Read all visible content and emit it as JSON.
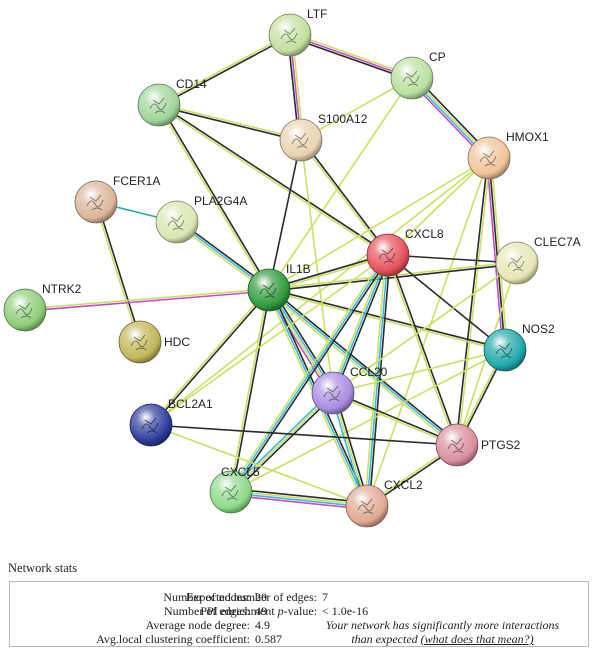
{
  "network": {
    "nodes": [
      {
        "id": "LTF",
        "label": "LTF",
        "color": "#c3dfa0"
      },
      {
        "id": "CP",
        "label": "CP",
        "color": "#b9dfa0"
      },
      {
        "id": "CD14",
        "label": "CD14",
        "color": "#9fd49a"
      },
      {
        "id": "S100A12",
        "label": "S100A12",
        "color": "#e9d3b0"
      },
      {
        "id": "HMOX1",
        "label": "HMOX1",
        "color": "#efc39a"
      },
      {
        "id": "FCER1A",
        "label": "FCER1A",
        "color": "#dbb59a"
      },
      {
        "id": "PLA2G4A",
        "label": "PLA2G4A",
        "color": "#d9e6b2"
      },
      {
        "id": "CXCL8",
        "label": "CXCL8",
        "color": "#e5505a"
      },
      {
        "id": "CLEC7A",
        "label": "CLEC7A",
        "color": "#e6e6b4"
      },
      {
        "id": "NTRK2",
        "label": "NTRK2",
        "color": "#8fcc7a"
      },
      {
        "id": "IL1B",
        "label": "IL1B",
        "color": "#2f9a3c"
      },
      {
        "id": "HDC",
        "label": "HDC",
        "color": "#c2b558"
      },
      {
        "id": "NOS2",
        "label": "NOS2",
        "color": "#1fa8a8"
      },
      {
        "id": "CCL20",
        "label": "CCL20",
        "color": "#a98be0"
      },
      {
        "id": "BCL2A1",
        "label": "BCL2A1",
        "color": "#2c3b9c"
      },
      {
        "id": "PTGS2",
        "label": "PTGS2",
        "color": "#d98e9e"
      },
      {
        "id": "CXCL5",
        "label": "CXCL5",
        "color": "#8ed98a"
      },
      {
        "id": "CXCL2",
        "label": "CXCL2",
        "color": "#e0a890"
      }
    ],
    "edges": [
      {
        "s": "LTF",
        "t": "CD14",
        "c": [
          "#2b2b2b",
          "#c8e065"
        ]
      },
      {
        "s": "LTF",
        "t": "S100A12",
        "c": [
          "#c8e065",
          "#c44cc4",
          "#2b2b2b"
        ]
      },
      {
        "s": "LTF",
        "t": "CP",
        "c": [
          "#c8e065",
          "#c44cc4",
          "#2b2b2b"
        ]
      },
      {
        "s": "CP",
        "t": "HMOX1",
        "c": [
          "#2b2b2b",
          "#c8e065",
          "#3fb6e0",
          "#c44cc4"
        ]
      },
      {
        "s": "CP",
        "t": "S100A12",
        "c": [
          "#c8e065"
        ]
      },
      {
        "s": "CP",
        "t": "IL1B",
        "c": [
          "#c8e065"
        ]
      },
      {
        "s": "CD14",
        "t": "S100A12",
        "c": [
          "#c8e065",
          "#2b2b2b"
        ]
      },
      {
        "s": "CD14",
        "t": "IL1B",
        "c": [
          "#2b2b2b",
          "#c8e065"
        ]
      },
      {
        "s": "CD14",
        "t": "CXCL8",
        "c": [
          "#2b2b2b",
          "#c8e065"
        ]
      },
      {
        "s": "S100A12",
        "t": "IL1B",
        "c": [
          "#2b2b2b"
        ]
      },
      {
        "s": "S100A12",
        "t": "CXCL8",
        "c": [
          "#2b2b2b",
          "#c8e065"
        ]
      },
      {
        "s": "S100A12",
        "t": "CCL20",
        "c": [
          "#c8e065"
        ]
      },
      {
        "s": "HMOX1",
        "t": "NOS2",
        "c": [
          "#c8e065",
          "#2b2b2b",
          "#c44cc4"
        ]
      },
      {
        "s": "HMOX1",
        "t": "PTGS2",
        "c": [
          "#c8e065",
          "#2b2b2b"
        ]
      },
      {
        "s": "HMOX1",
        "t": "IL1B",
        "c": [
          "#c8e065"
        ]
      },
      {
        "s": "HMOX1",
        "t": "CXCL8",
        "c": [
          "#c8e065"
        ]
      },
      {
        "s": "HMOX1",
        "t": "CXCL2",
        "c": [
          "#c8e065"
        ]
      },
      {
        "s": "HMOX1",
        "t": "BCL2A1",
        "c": [
          "#c8e065"
        ]
      },
      {
        "s": "FCER1A",
        "t": "PLA2G4A",
        "c": [
          "#2aa6b0"
        ]
      },
      {
        "s": "FCER1A",
        "t": "HDC",
        "c": [
          "#2b2b2b",
          "#c8e065"
        ]
      },
      {
        "s": "PLA2G4A",
        "t": "IL1B",
        "c": [
          "#2b2b2b",
          "#3fb6e0",
          "#c8e065"
        ]
      },
      {
        "s": "NTRK2",
        "t": "IL1B",
        "c": [
          "#c8e065",
          "#c44cc4"
        ]
      },
      {
        "s": "IL1B",
        "t": "CXCL8",
        "c": [
          "#2b2b2b",
          "#c8e065"
        ]
      },
      {
        "s": "IL1B",
        "t": "CLEC7A",
        "c": [
          "#c8e065",
          "#2b2b2b"
        ]
      },
      {
        "s": "IL1B",
        "t": "NOS2",
        "c": [
          "#2b2b2b",
          "#c8e065"
        ]
      },
      {
        "s": "IL1B",
        "t": "CCL20",
        "c": [
          "#2b2b2b",
          "#3fb6e0",
          "#c8e065",
          "#c44cc4"
        ]
      },
      {
        "s": "IL1B",
        "t": "PTGS2",
        "c": [
          "#2b2b2b",
          "#3fb6e0",
          "#c8e065"
        ]
      },
      {
        "s": "IL1B",
        "t": "CXCL2",
        "c": [
          "#2b2b2b",
          "#3fb6e0",
          "#c8e065"
        ]
      },
      {
        "s": "IL1B",
        "t": "CXCL5",
        "c": [
          "#2b2b2b",
          "#c8e065"
        ]
      },
      {
        "s": "IL1B",
        "t": "BCL2A1",
        "c": [
          "#2b2b2b",
          "#c8e065"
        ]
      },
      {
        "s": "CXCL8",
        "t": "CLEC7A",
        "c": [
          "#2b2b2b"
        ]
      },
      {
        "s": "CXCL8",
        "t": "NOS2",
        "c": [
          "#2b2b2b"
        ]
      },
      {
        "s": "CXCL8",
        "t": "CCL20",
        "c": [
          "#2b2b2b",
          "#3fb6e0",
          "#c8e065"
        ]
      },
      {
        "s": "CXCL8",
        "t": "PTGS2",
        "c": [
          "#2b2b2b",
          "#c8e065"
        ]
      },
      {
        "s": "CXCL8",
        "t": "CXCL2",
        "c": [
          "#2b2b2b",
          "#3fb6e0",
          "#c8e065"
        ]
      },
      {
        "s": "CXCL8",
        "t": "CXCL5",
        "c": [
          "#2b2b2b",
          "#3fb6e0",
          "#c8e065"
        ]
      },
      {
        "s": "CXCL8",
        "t": "BCL2A1",
        "c": [
          "#c8e065"
        ]
      },
      {
        "s": "CLEC7A",
        "t": "CCL20",
        "c": [
          "#c8e065"
        ]
      },
      {
        "s": "CLEC7A",
        "t": "PTGS2",
        "c": [
          "#c8e065"
        ]
      },
      {
        "s": "NOS2",
        "t": "PTGS2",
        "c": [
          "#2b2b2b",
          "#c8e065"
        ]
      },
      {
        "s": "NOS2",
        "t": "CCL20",
        "c": [
          "#c8e065"
        ]
      },
      {
        "s": "NOS2",
        "t": "CXCL5",
        "c": [
          "#c8e065"
        ]
      },
      {
        "s": "CCL20",
        "t": "PTGS2",
        "c": [
          "#2b2b2b",
          "#c8e065"
        ]
      },
      {
        "s": "CCL20",
        "t": "CXCL2",
        "c": [
          "#2b2b2b",
          "#c8e065",
          "#3fb6e0"
        ]
      },
      {
        "s": "CCL20",
        "t": "CXCL5",
        "c": [
          "#2b2b2b",
          "#c8e065",
          "#3fb6e0"
        ]
      },
      {
        "s": "BCL2A1",
        "t": "PTGS2",
        "c": [
          "#2b2b2b"
        ]
      },
      {
        "s": "BCL2A1",
        "t": "CXCL2",
        "c": [
          "#c8e065"
        ]
      },
      {
        "s": "PTGS2",
        "t": "CXCL2",
        "c": [
          "#2b2b2b",
          "#c8e065"
        ]
      },
      {
        "s": "CXCL5",
        "t": "CXCL2",
        "c": [
          "#2b2b2b",
          "#c8e065",
          "#3fb6e0",
          "#c44cc4"
        ]
      }
    ]
  },
  "stats": {
    "title": "Network stats",
    "nodes_label": "Number of nodes:",
    "nodes_value": "20",
    "edges_label": "Number of edges:",
    "edges_value": "49",
    "degree_label": "Average node degree:",
    "degree_value": "4.9",
    "clustering_label": "Avg.local clustering coefficient:",
    "clustering_value": "0.587",
    "expected_label": "Expected number of edges:",
    "expected_value": "7",
    "ppi_label_pre": "PPI enrichment ",
    "ppi_label_p": "p",
    "ppi_label_post": "-value:",
    "ppi_value": "< 1.0e-16",
    "note_line1": "Your network has significantly more interactions",
    "note_line2": "than expected",
    "note_link": "(what does that mean?)"
  }
}
